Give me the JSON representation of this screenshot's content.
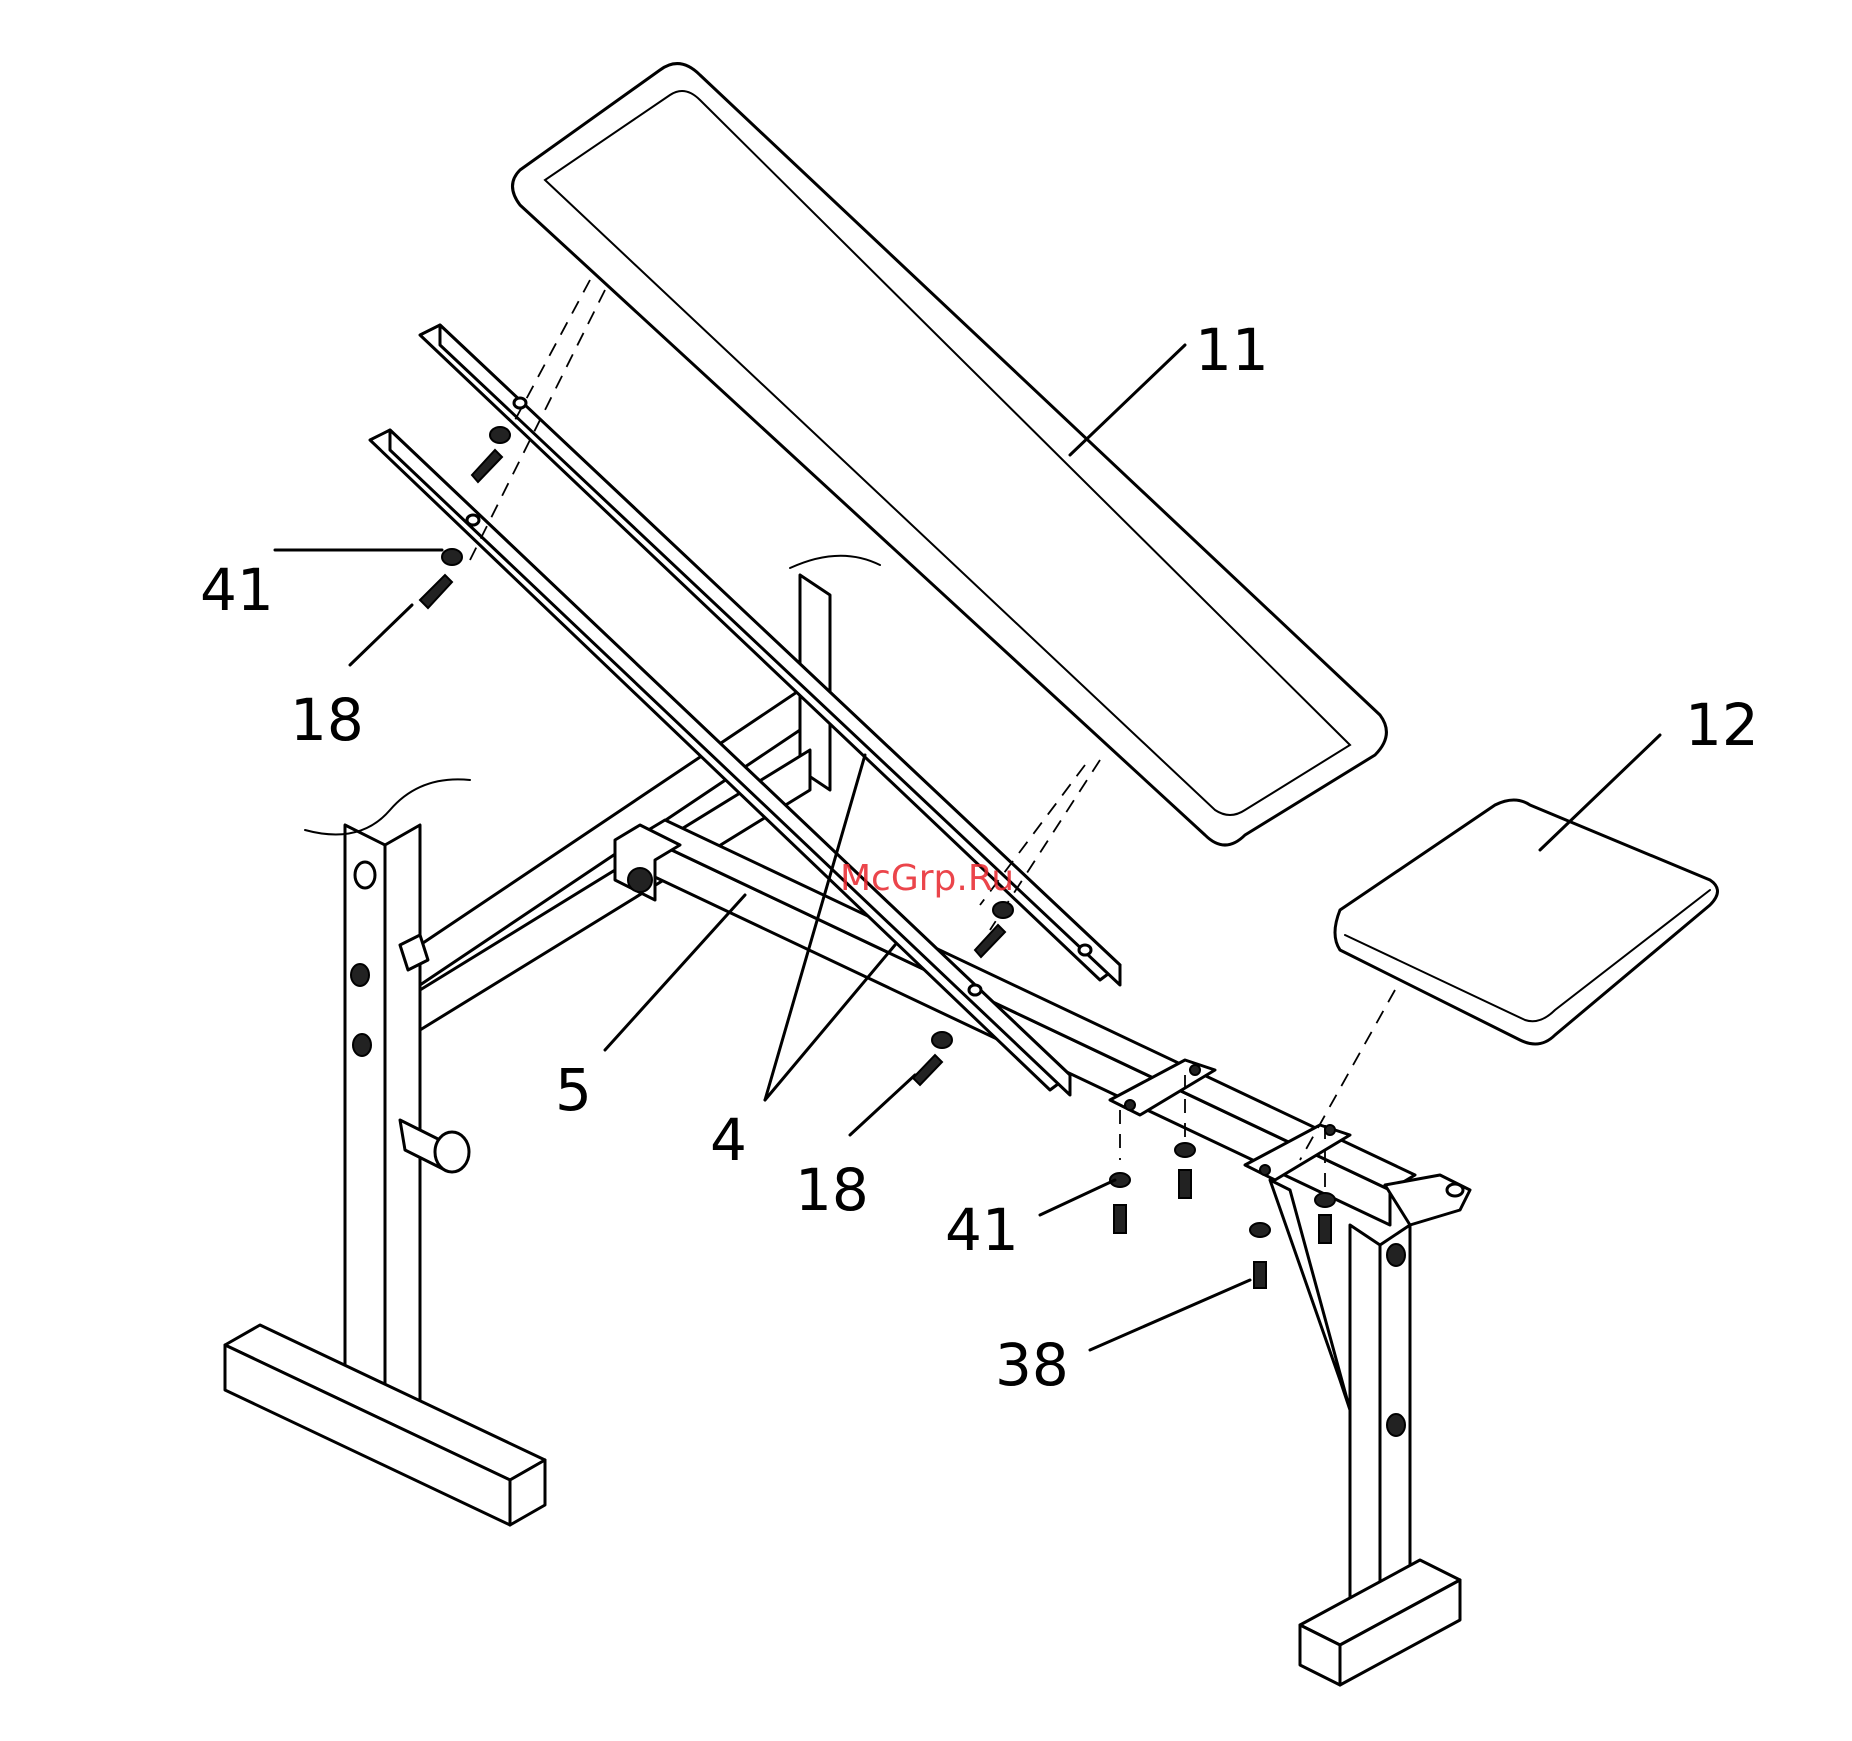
{
  "callouts": {
    "backrest": "11",
    "seat": "12",
    "washer_left": "41",
    "bolt_left": "18",
    "seat_frame": "5",
    "rails": "4",
    "bolt_bottom": "18",
    "washer_bottom": "41",
    "bolt_seat": "38"
  },
  "watermark": "McGrp.Ru",
  "colors": {
    "line": "#000000",
    "watermark": "#e8242b",
    "background": "#ffffff"
  }
}
